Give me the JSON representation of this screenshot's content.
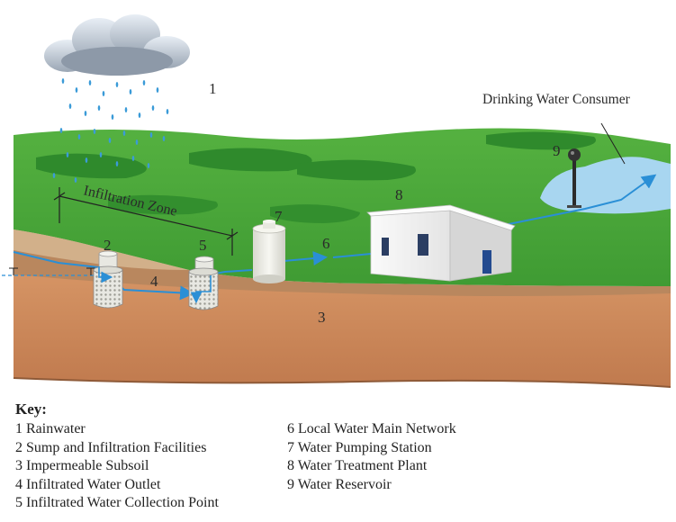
{
  "diagram": {
    "labels": {
      "n1": "1",
      "n2": "2",
      "n3": "3",
      "n4": "4",
      "n5": "5",
      "n6": "6",
      "n7": "7",
      "n8": "8",
      "n9": "9",
      "infiltration_zone": "Infiltration Zone",
      "consumer": "Drinking Water Consumer"
    },
    "colors": {
      "sky": "#ffffff",
      "grass": "#49a33a",
      "grass_dark": "#2f8a2c",
      "soil": "#c9875c",
      "soil_dark": "#a86c45",
      "water": "#a8d6f0",
      "pipe": "#2a8fd6",
      "building": "#f2f2f2"
    }
  },
  "key": {
    "title": "Key:",
    "left": [
      "1 Rainwater",
      "2 Sump and Infiltration Facilities",
      "3 Impermeable Subsoil",
      "4 Infiltrated Water Outlet",
      "5 Infiltrated Water Collection Point"
    ],
    "right": [
      "6 Local Water Main Network",
      "7 Water Pumping Station",
      "8 Water Treatment Plant",
      "9 Water Reservoir"
    ]
  }
}
